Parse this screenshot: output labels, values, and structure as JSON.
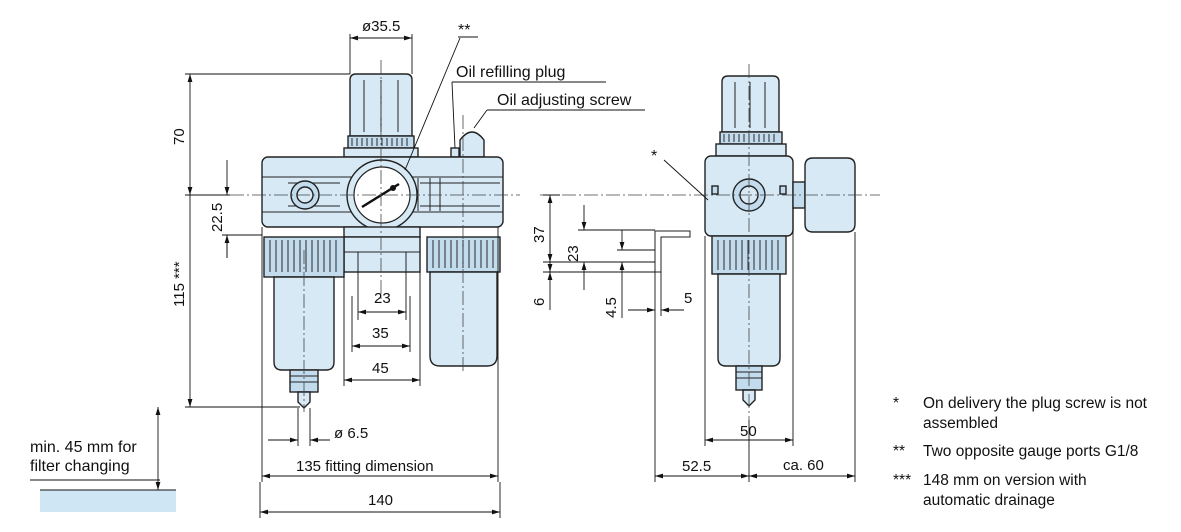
{
  "labels": {
    "oil_refilling_plug": "Oil refilling plug",
    "oil_adjusting_screw": "Oil adjusting screw",
    "gauge_ports_mark": "**",
    "plug_screw_mark": "*",
    "filter_changing_line1": "min. 45 mm for",
    "filter_changing_line2": "filter changing"
  },
  "dimensions": {
    "d_35_5": "ø35.5",
    "h_70": "70",
    "h_22_5": "22.5",
    "h_115": "115 ***",
    "w_23": "23",
    "w_35": "35",
    "w_45": "45",
    "d_6_5": "ø 6.5",
    "w_135": "135  fitting dimension",
    "w_140": "140",
    "side_37": "37",
    "side_23": "23",
    "side_6": "6",
    "side_4_5": "4.5",
    "side_5": "5",
    "side_50": "50",
    "side_52_5": "52.5",
    "side_ca60": "ca. 60"
  },
  "notes": [
    {
      "mark": "*",
      "text": "On delivery the plug screw is not assembled"
    },
    {
      "mark": "**",
      "text": "Two opposite gauge ports G1/8"
    },
    {
      "mark": "***",
      "text": "148 mm on version with automatic drainage"
    }
  ],
  "colors": {
    "body_fill": "#d6e9f5",
    "body_dark": "#c3dced",
    "floor_fill": "#cfe6f5",
    "line": "#222222"
  }
}
